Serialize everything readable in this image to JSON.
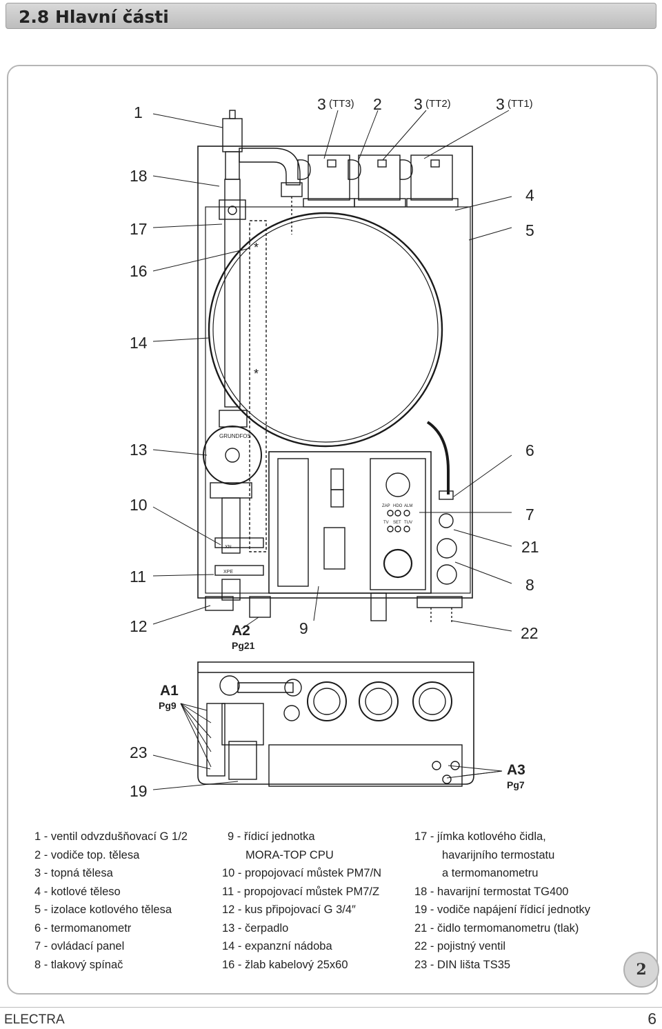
{
  "header": {
    "title": "2.8  Hlavní části"
  },
  "callouts": {
    "n1": "1",
    "n3a": "3",
    "tt3": "(TT3)",
    "n2": "2",
    "n3b": "3",
    "tt2": "(TT2)",
    "n3c": "3",
    "tt1": "(TT1)",
    "n18": "18",
    "n4": "4",
    "n17": "17",
    "n5": "5",
    "n16": "16",
    "n14": "14",
    "n13": "13",
    "n6": "6",
    "n10": "10",
    "n7": "7",
    "n21": "21",
    "n11": "11",
    "n8": "8",
    "n12": "12",
    "n9": "9",
    "n22": "22",
    "a2": "A2",
    "pg21": "Pg21",
    "a1": "A1",
    "pg9": "Pg9",
    "n23": "23",
    "n19": "19",
    "a3": "A3",
    "pg7": "Pg7"
  },
  "diagram_text": {
    "pump_brand": "GRUNDFOS",
    "xn": "XN",
    "xpe": "XPE",
    "zap": "ZAP",
    "hdo": "HDO",
    "alm": "ALM",
    "tv": "TV",
    "set": "SET",
    "tuv": "TUV"
  },
  "legend": {
    "col1": [
      "1 - ventil odvzdušňovací G 1/2",
      "2 - vodiče top. tělesa",
      "3 - topná tělesa",
      "4 - kotlové těleso",
      "5 - izolace kotlového tělesa",
      "6 - termomanometr",
      "7 - ovládací panel",
      "8 - tlakový spínač"
    ],
    "col2": [
      "9 - řídicí jednotka",
      "MORA-TOP CPU",
      "10 - propojovací můstek PM7/N",
      "11 - propojovací můstek PM7/Z",
      "12 - kus připojovací G 3/4″",
      "13 - čerpadlo",
      "14 - expanzní nádoba",
      "16 - žlab kabelový 25x60"
    ],
    "col3": [
      "17 - jímka kotlového čidla,",
      "havarijního termostatu",
      "a termomanometru",
      "18 - havarijní termostat TG400",
      "19 - vodiče napájení řídicí jednotky",
      "21 - čidlo termomanometru (tlak)",
      "22 - pojistný ventil",
      "23 - DIN lišta TS35"
    ]
  },
  "page_badge": "2",
  "footer": {
    "brand": "ELECTRA",
    "page": "6"
  }
}
